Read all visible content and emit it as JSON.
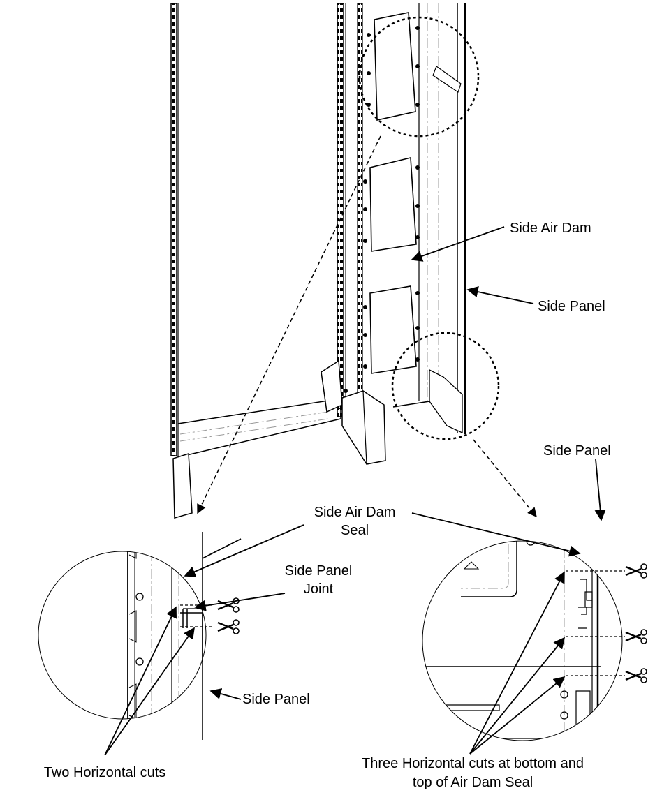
{
  "labels": {
    "side_air_dam": "Side Air Dam",
    "side_panel_top": "Side Panel",
    "side_panel_right": "Side Panel",
    "side_air_dam_seal_line1": "Side Air Dam",
    "side_air_dam_seal_line2": "Seal",
    "side_panel_joint_line1": "Side Panel",
    "side_panel_joint_line2": "Joint",
    "side_panel_left": "Side Panel",
    "two_cuts": "Two Horizontal cuts",
    "three_cuts_line1": "Three Horizontal cuts at bottom and",
    "three_cuts_line2": "top of Air Dam Seal"
  },
  "icons": [
    "scissors-icon"
  ],
  "colors": {
    "line": "#000000",
    "hidden_line": "#999999",
    "background": "#ffffff"
  }
}
